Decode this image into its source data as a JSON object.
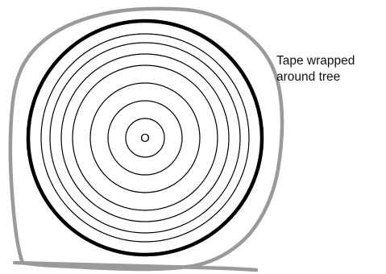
{
  "label": {
    "line1": "Tape wrapped",
    "line2": "around tree"
  },
  "center_mark": "O",
  "rings": {
    "inner_ring_count": 7,
    "bold_outer_ring": true
  },
  "colors": {
    "background": "#ffffff",
    "rings": "#000000",
    "tape": "#9a9a9a",
    "label_text": "#111111"
  }
}
